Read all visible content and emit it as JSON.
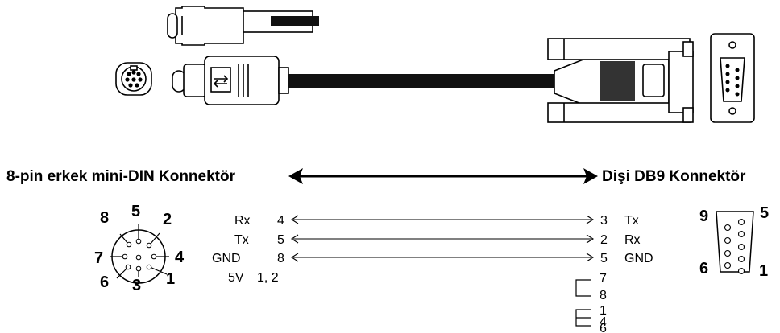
{
  "diagram": {
    "left_label": "8-pin erkek mini-DIN Konnektör",
    "right_label": "Dişi DB9 Konnektör",
    "mini_din_pins": [
      "8",
      "5",
      "2",
      "7",
      "4",
      "6",
      "3",
      "1"
    ],
    "db9_pins": {
      "top_left": "9",
      "top_right": "5",
      "bottom_left": "6",
      "bottom_right": "1"
    },
    "signals": [
      {
        "name": "Rx",
        "left_pin": "4",
        "right_pin": "3",
        "right_name": "Tx"
      },
      {
        "name": "Tx",
        "left_pin": "5",
        "right_pin": "2",
        "right_name": "Rx"
      },
      {
        "name": "GND",
        "left_pin": "8",
        "right_pin": "5",
        "right_name": "GND"
      },
      {
        "name": "5V",
        "left_pin": "1, 2"
      }
    ],
    "bridge_groups": [
      {
        "pins": [
          "7",
          "8"
        ]
      },
      {
        "pins": [
          "1",
          "4",
          "6"
        ]
      }
    ]
  }
}
